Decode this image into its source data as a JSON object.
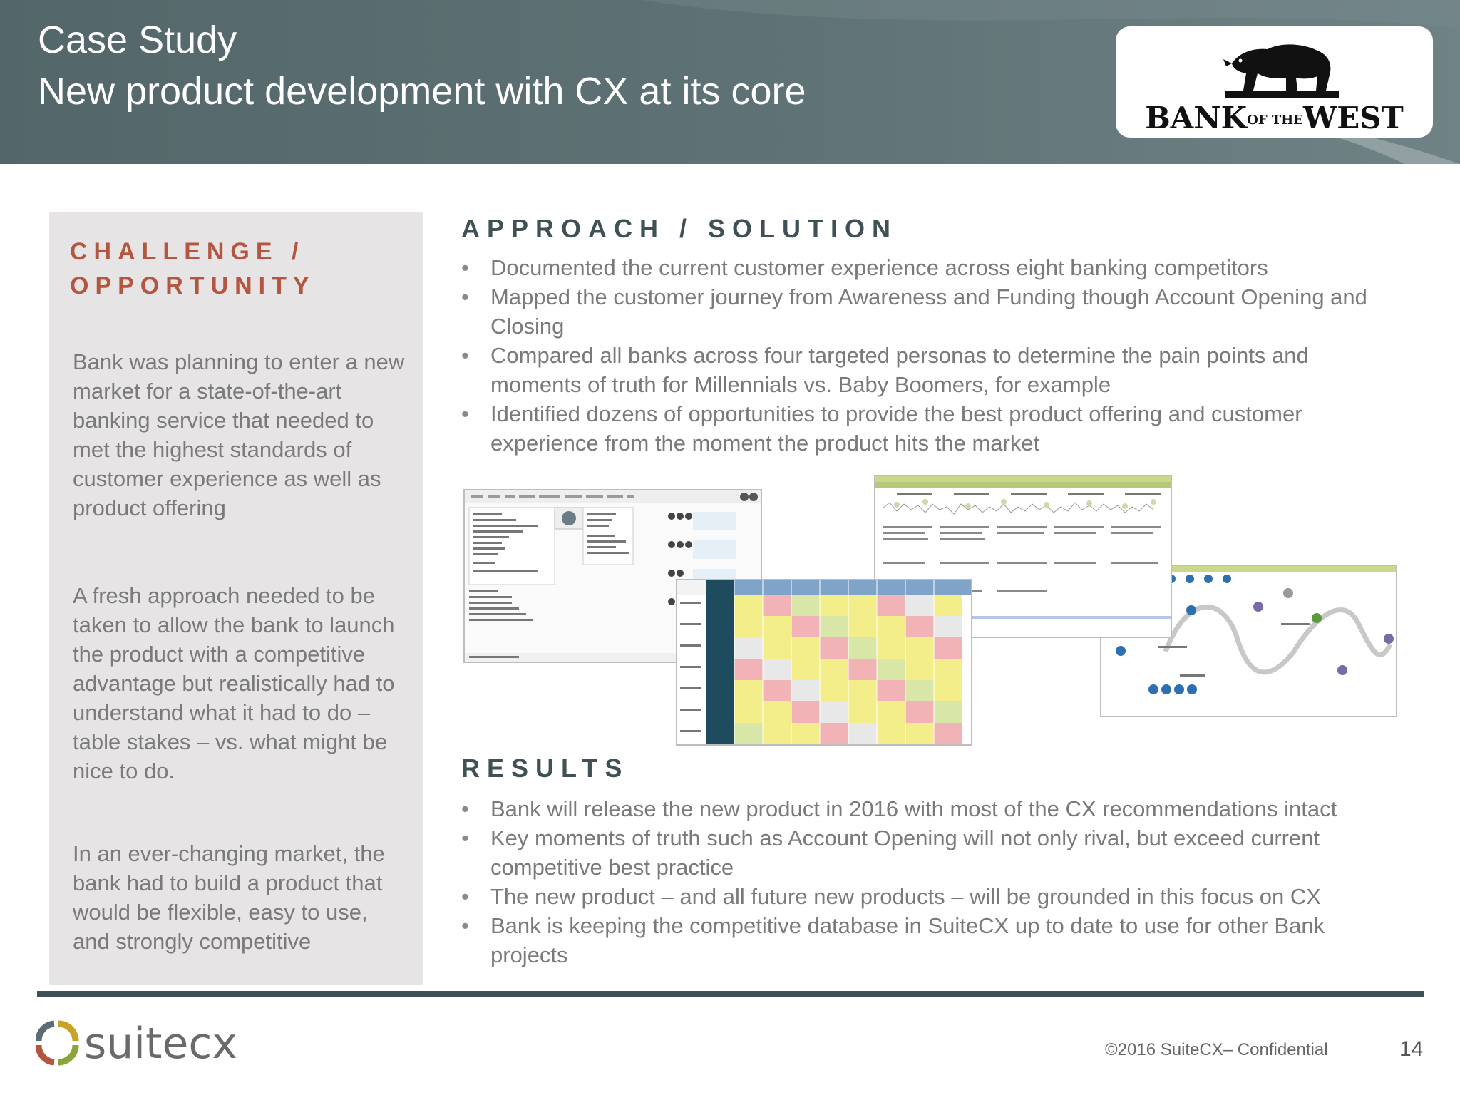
{
  "header": {
    "title_line1": "Case Study",
    "title_line2": "New product development with CX at its core",
    "logo": {
      "name": "BANK OF THE WEST",
      "wordmark_left": "BANK",
      "wordmark_of_the": "OF THE",
      "wordmark_right": "WEST"
    }
  },
  "challenge": {
    "heading": "CHALLENGE / OPPORTUNITY",
    "paragraphs": [
      "Bank was planning to enter a new market for a state-of-the-art banking service that needed to met the highest standards of customer experience as well as product offering",
      "A fresh approach needed to be taken to allow the bank to launch the product with a competitive advantage  but realistically had to understand what it had to do – table stakes – vs. what might be nice to do.",
      "In an ever-changing market, the bank had to build a product that would be flexible, easy to use, and strongly competitive"
    ]
  },
  "approach": {
    "heading": "APPROACH / SOLUTION",
    "bullets": [
      "Documented the current customer experience across eight banking competitors",
      "Mapped the customer journey from Awareness and Funding though Account Opening and Closing",
      "Compared all banks across four targeted personas to determine the pain points and moments of truth for Millennials vs. Baby Boomers, for example",
      "Identified dozens of opportunities to provide the best product offering and  customer experience from the moment the product hits the market"
    ]
  },
  "results": {
    "heading": "RESULTS",
    "bullets": [
      "Bank will release the new product in 2016 with most of the CX recommendations intact",
      "Key moments of truth such as Account Opening will not only rival, but exceed current competitive best practice",
      "The new product – and all future new products – will be grounded in this focus on CX",
      "Bank is keeping the competitive database in SuiteCX up to date to use for other Bank projects"
    ]
  },
  "footer": {
    "brand": "suitecx",
    "copyright": "©2016 SuiteCX– Confidential",
    "page_number": "14"
  },
  "colors": {
    "header_bg": "#5a6e71",
    "challenge_heading": "#b3553f",
    "section_heading": "#3f5154",
    "body_text": "#7a7a7a",
    "panel_bg": "#e6e4e4",
    "rule": "#3f5154"
  }
}
